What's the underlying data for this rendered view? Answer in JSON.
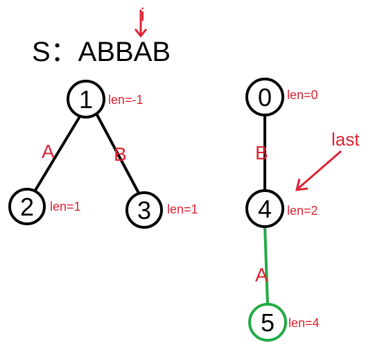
{
  "string_label": "S：ABBAB",
  "pointer_i": "i",
  "pointer_last": "last",
  "nodes": [
    {
      "id": "1",
      "len": "len=-1"
    },
    {
      "id": "2",
      "len": "len=1"
    },
    {
      "id": "3",
      "len": "len=1"
    },
    {
      "id": "0",
      "len": "len=0"
    },
    {
      "id": "4",
      "len": "len=2"
    },
    {
      "id": "5",
      "len": "len=4"
    }
  ],
  "edges": [
    {
      "from": "1",
      "to": "2",
      "label": "A"
    },
    {
      "from": "1",
      "to": "3",
      "label": "B"
    },
    {
      "from": "0",
      "to": "4",
      "label": "B"
    },
    {
      "from": "4",
      "to": "5",
      "label": "A"
    }
  ],
  "colors": {
    "red": "#dd2233",
    "green": "#22aa44",
    "black": "#000000"
  }
}
